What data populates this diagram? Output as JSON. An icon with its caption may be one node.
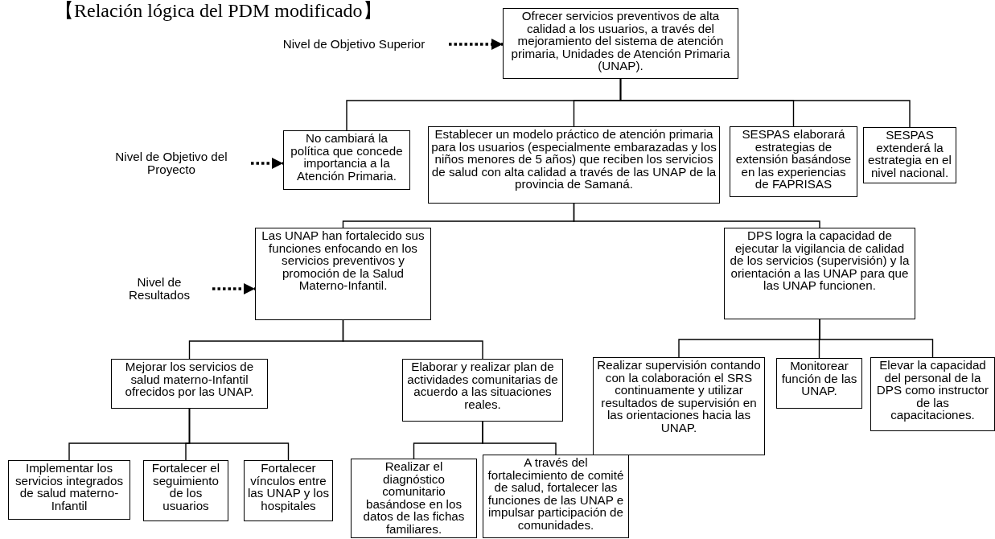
{
  "diagram": {
    "title": "【Relación lógica del PDM modificado】",
    "nodes": [
      {
        "text": [
          "Ofrecer servicios preventivos de alta calidad a los usuarios, a través del mejoramiento del sistema de atención primaria, Unidades de Atención Primaria (UNAP)."
        ]
      },
      {
        "text": [
          "Nivel de Objetivo Superior"
        ]
      },
      {
        "text": [
          "No cambiará la política que concede importancia a la Atención Primaria."
        ]
      },
      {
        "text": [
          "Establecer un modelo práctico de atención primaria para los usuarios (especialmente embarazadas y los niños menores de 5 años) que reciben los servicios de salud con alta calidad a través de las UNAP de la provincia de Samaná."
        ]
      },
      {
        "text": [
          "SESPAS elaborará estrategias de extensión basándose en las experiencias de FAPRISAS"
        ]
      },
      {
        "text": [
          "SESPAS extenderá la estrategia en el nivel nacional."
        ]
      },
      {
        "text": [
          "Nivel de Objetivo del Proyecto"
        ]
      },
      {
        "text": [
          "Las UNAP han fortalecido sus funciones enfocando en los servicios preventivos y promoción de la Salud Materno-Infantil."
        ]
      },
      {
        "text": [
          "Nivel de Resultados"
        ]
      },
      {
        "text": [
          "DPS logra la capacidad de ejecutar la vigilancia de calidad de los servicios (supervisión) y la orientación a las UNAP para que las UNAP funcionen."
        ]
      },
      {
        "text": [
          "Mejorar los servicios de salud materno-Infantil ofrecidos por las UNAP."
        ]
      },
      {
        "text": [
          "Elaborar y realizar plan de actividades comunitarias de acuerdo a las situaciones reales."
        ]
      },
      {
        "text": [
          "Realizar supervisión contando con la colaboración el SRS continuamente y utilizar resultados de supervisión en las orientaciones hacia las UNAP."
        ]
      },
      {
        "text": [
          "Monitorear función de las UNAP."
        ]
      },
      {
        "text": [
          "Elevar la capacidad del personal de la DPS como instructor de las capacitaciones."
        ]
      },
      {
        "text": [
          "Implementar los servicios integrados de salud materno-Infantil"
        ]
      },
      {
        "text": [
          "Fortalecer el seguimiento de los usuarios"
        ]
      },
      {
        "text": [
          "Fortalecer vínculos entre las UNAP y los hospitales"
        ]
      },
      {
        "text": [
          "Realizar el diagnóstico comunitario basándose en los datos de las fichas familiares."
        ]
      },
      {
        "text": [
          "A través del fortalecimiento de comité de salud, fortalecer las funciones de las UNAP e impulsar participación de comunidades."
        ]
      }
    ],
    "edges": [
      {
        "from": 1,
        "to": 0,
        "arrow": "to",
        "style": "dashed"
      },
      {
        "from": 6,
        "to": 2,
        "arrow": "to",
        "style": "dashed"
      },
      {
        "from": 8,
        "to": 7,
        "arrow": "to",
        "style": "dashed"
      },
      {
        "from": 0,
        "to": 2,
        "arrow": "none"
      },
      {
        "from": 0,
        "to": 3,
        "arrow": "none"
      },
      {
        "from": 0,
        "to": 4,
        "arrow": "none"
      },
      {
        "from": 0,
        "to": 5,
        "arrow": "none"
      },
      {
        "from": 3,
        "to": 7,
        "arrow": "none"
      },
      {
        "from": 3,
        "to": 9,
        "arrow": "none"
      },
      {
        "from": 7,
        "to": 10,
        "arrow": "none"
      },
      {
        "from": 7,
        "to": 11,
        "arrow": "none"
      },
      {
        "from": 9,
        "to": 12,
        "arrow": "none"
      },
      {
        "from": 9,
        "to": 13,
        "arrow": "none"
      },
      {
        "from": 9,
        "to": 14,
        "arrow": "none"
      },
      {
        "from": 10,
        "to": 15,
        "arrow": "none"
      },
      {
        "from": 10,
        "to": 16,
        "arrow": "none"
      },
      {
        "from": 10,
        "to": 17,
        "arrow": "none"
      },
      {
        "from": 11,
        "to": 18,
        "arrow": "none"
      },
      {
        "from": 11,
        "to": 19,
        "arrow": "none"
      }
    ]
  }
}
